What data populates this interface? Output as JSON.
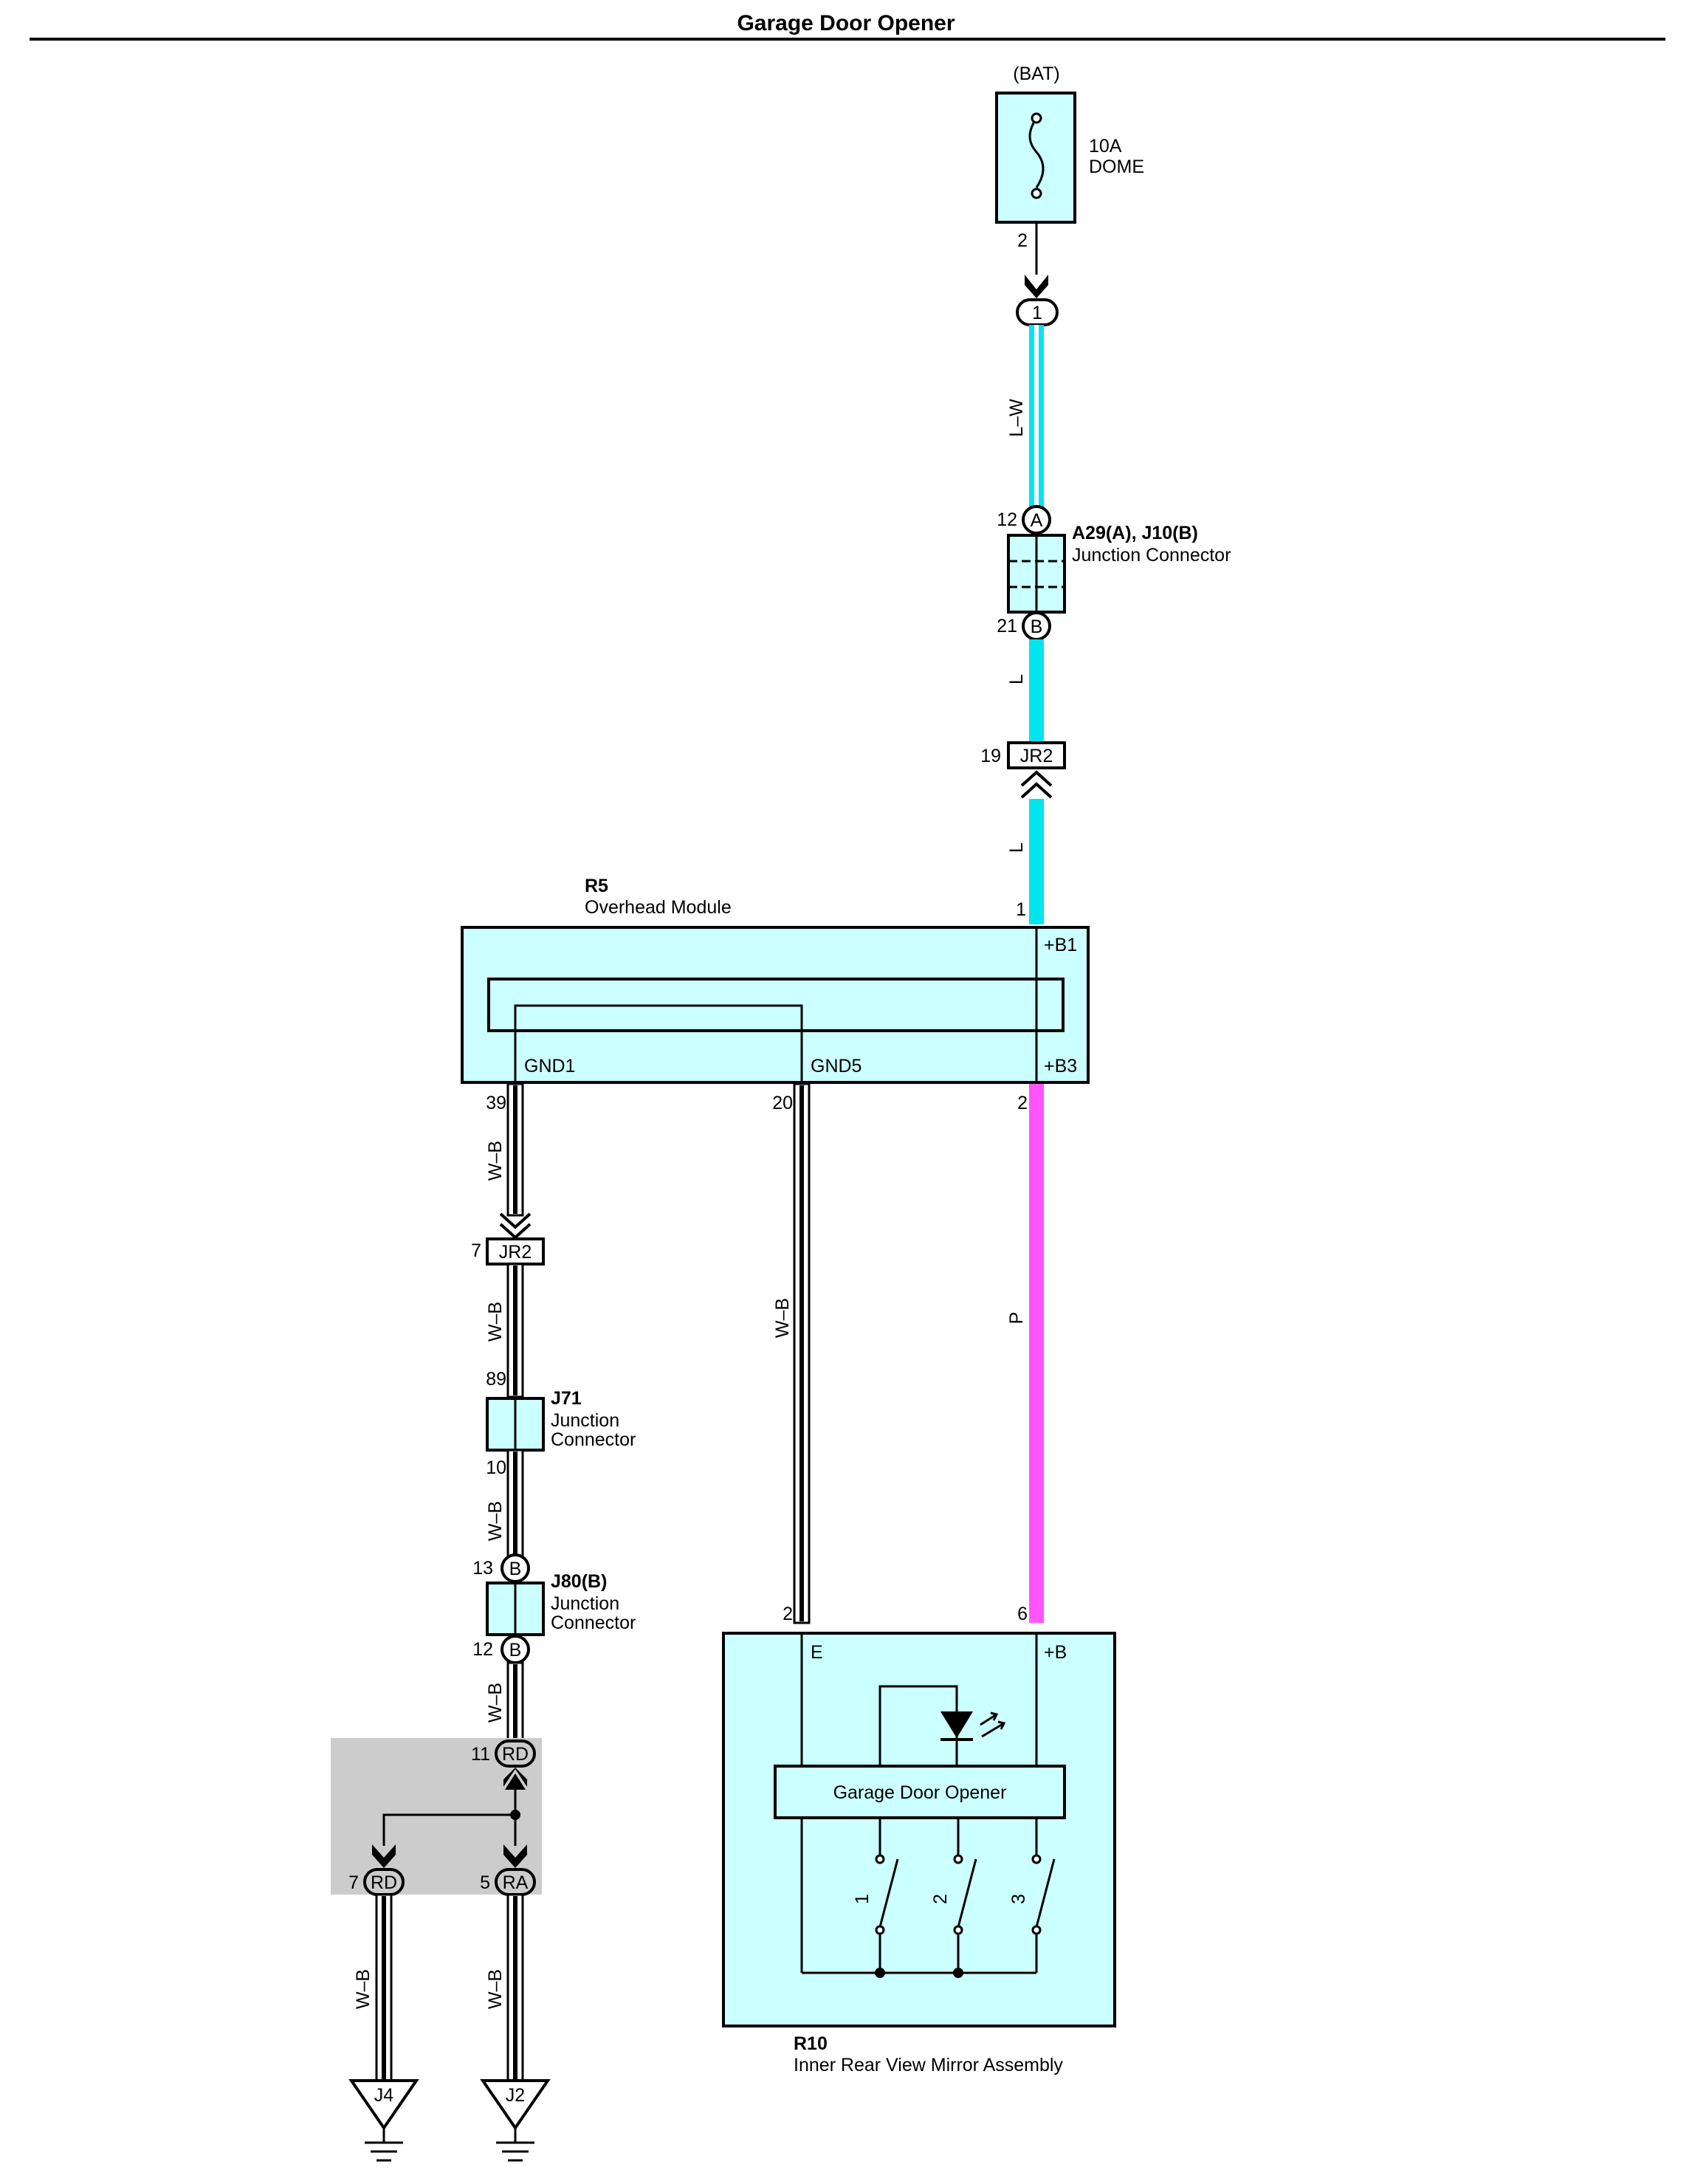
{
  "page": {
    "title": "Garage Door Opener"
  },
  "colors": {
    "cyan_wire": "#00e5ee",
    "pink_wire": "#ff55ff",
    "component_fill": "#ccffff",
    "shaded_area": "#cccccc"
  },
  "fuse": {
    "source": "(BAT)",
    "rating": "10A",
    "name": "DOME",
    "pin": "2"
  },
  "connectors": {
    "top_pill": "1",
    "j_a_pin": "12",
    "j_a_label": "A",
    "j_b_pin": "21",
    "j_b_label": "B",
    "j_code": "A29(A), J10(B)",
    "j_name": "Junction Connector",
    "jr2_top_pin": "19",
    "jr2_top_label": "JR2",
    "jr2_left_pin": "7",
    "jr2_left_label": "JR2",
    "j71_code": "J71",
    "j71_line1": "Junction",
    "j71_line2": "Connector",
    "j71_pin_top": "89",
    "j71_pin_bottom": "10",
    "j80_code": "J80(B)",
    "j80_line1": "Junction",
    "j80_line2": "Connector",
    "j80_pin_top": "13",
    "j80_pin_bottom": "12",
    "j80_label_top": "B",
    "j80_label_bottom": "B",
    "rd_top_pin": "11",
    "rd_top_label": "RD",
    "rd_pin": "7",
    "rd_label": "RD",
    "ra_pin": "5",
    "ra_label": "RA",
    "ground_j4": "J4",
    "ground_j2": "J2"
  },
  "wires": {
    "lw": "L–W",
    "l_upper": "L",
    "l_lower": "L",
    "wb_1": "W–B",
    "wb_2": "W–B",
    "wb_3": "W–B",
    "wb_4": "W–B",
    "wb_gnd5": "W–B",
    "wb_j4": "W–B",
    "wb_j2": "W–B",
    "p": "P"
  },
  "module_r5": {
    "code": "R5",
    "name": "Overhead Module",
    "pin_b1_num": "1",
    "pin_b1": "+B1",
    "pin_b3": "+B3",
    "pin_b3_num": "2",
    "gnd1": "GND1",
    "gnd1_num": "39",
    "gnd5": "GND5",
    "gnd5_num": "20"
  },
  "mirror_r10": {
    "code": "R10",
    "name": "Inner Rear View Mirror Assembly",
    "pin_e": "E",
    "pin_e_num": "2",
    "pin_b": "+B",
    "pin_b_num": "6",
    "gdo_label": "Garage Door Opener",
    "switch_1": "1",
    "switch_2": "2",
    "switch_3": "3"
  }
}
